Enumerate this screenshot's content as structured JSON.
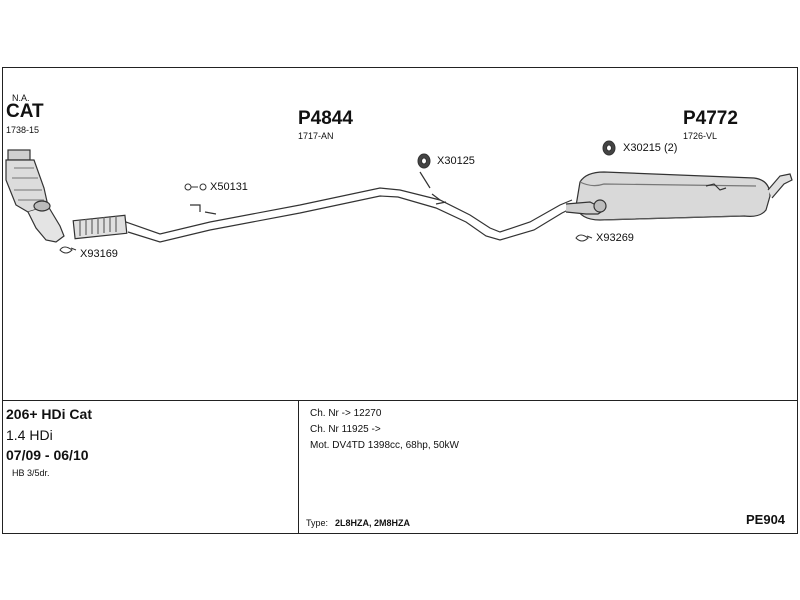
{
  "diagram": {
    "cat": {
      "top_label": "N.A.",
      "name": "CAT",
      "part_no": "1738-15"
    },
    "front_pipe": {
      "name": "P4844",
      "part_no": "1717-AN"
    },
    "rear_silencer": {
      "name": "P4772",
      "part_no": "1726-VL"
    },
    "fittings": {
      "x93169": "X93169",
      "x50131": "X50131",
      "x30125": "X30125",
      "x30215": "X30215 (2)",
      "x93269": "X93269"
    }
  },
  "info": {
    "model": "206+ HDi Cat",
    "engine": "1.4 HDi",
    "years": "07/09 - 06/10",
    "body": "HB 3/5dr.",
    "chassis_to": "Ch. Nr -> 12270",
    "chassis_from": "Ch. Nr 11925 ->",
    "motor": "Mot. DV4TD 1398cc, 68hp, 50kW",
    "type_label": "Type:",
    "type_value": "2L8HZA, 2M8HZA",
    "code": "PE904"
  }
}
